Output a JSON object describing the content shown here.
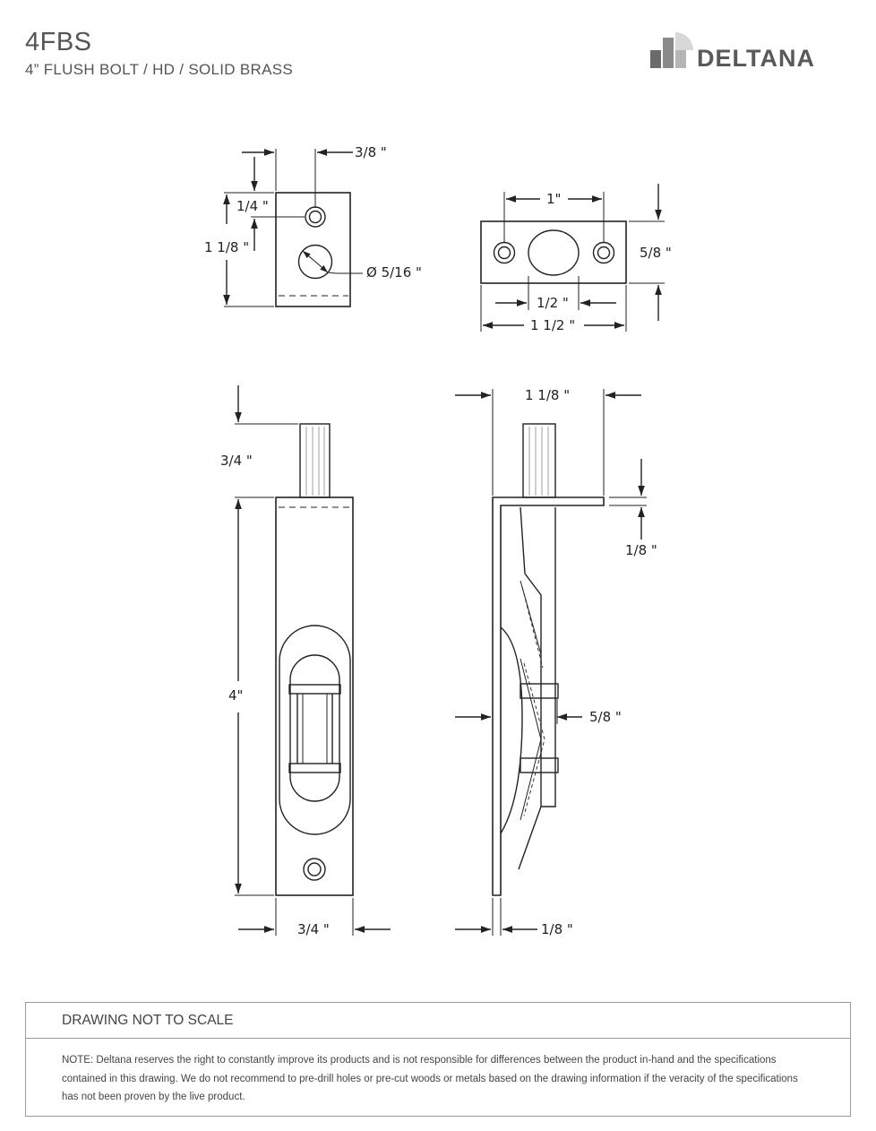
{
  "header": {
    "model": "4FBS",
    "description": "4” FLUSH BOLT / HD / SOLID BRASS"
  },
  "logo": {
    "text": "DELTANA",
    "icon": "deltana-block-logo-icon",
    "color": "#595959"
  },
  "dimensions": {
    "top_view_hole_offset": "3/8 \"",
    "top_view_hole_from_top": "1/4 \"",
    "top_view_height": "1 1/8 \"",
    "top_view_bolt_diameter": "Ø 5/16 \"",
    "strike_hole_spacing": "1\"",
    "strike_height": "5/8 \"",
    "strike_opening": "1/2 \"",
    "strike_length": "1 1/2 \"",
    "bolt_throw": "3/4 \"",
    "plate_length": "4\"",
    "plate_width": "3/4 \"",
    "side_depth": "1 1/8 \"",
    "side_flange_thickness": "1/8 \"",
    "side_mechanism_offset": "5/8 \"",
    "side_plate_thickness": "1/8 \""
  },
  "footer": {
    "scale_note": "DRAWING NOT TO SCALE",
    "disclaimer": "NOTE: Deltana reserves the right to constantly improve its products and is not responsible for differences between the product in-hand and the specifications contained in this drawing. We do not recommend to pre-drill holes or pre-cut woods or metals based on the drawing information if the veracity of the specifications has not been proven by the live product."
  }
}
